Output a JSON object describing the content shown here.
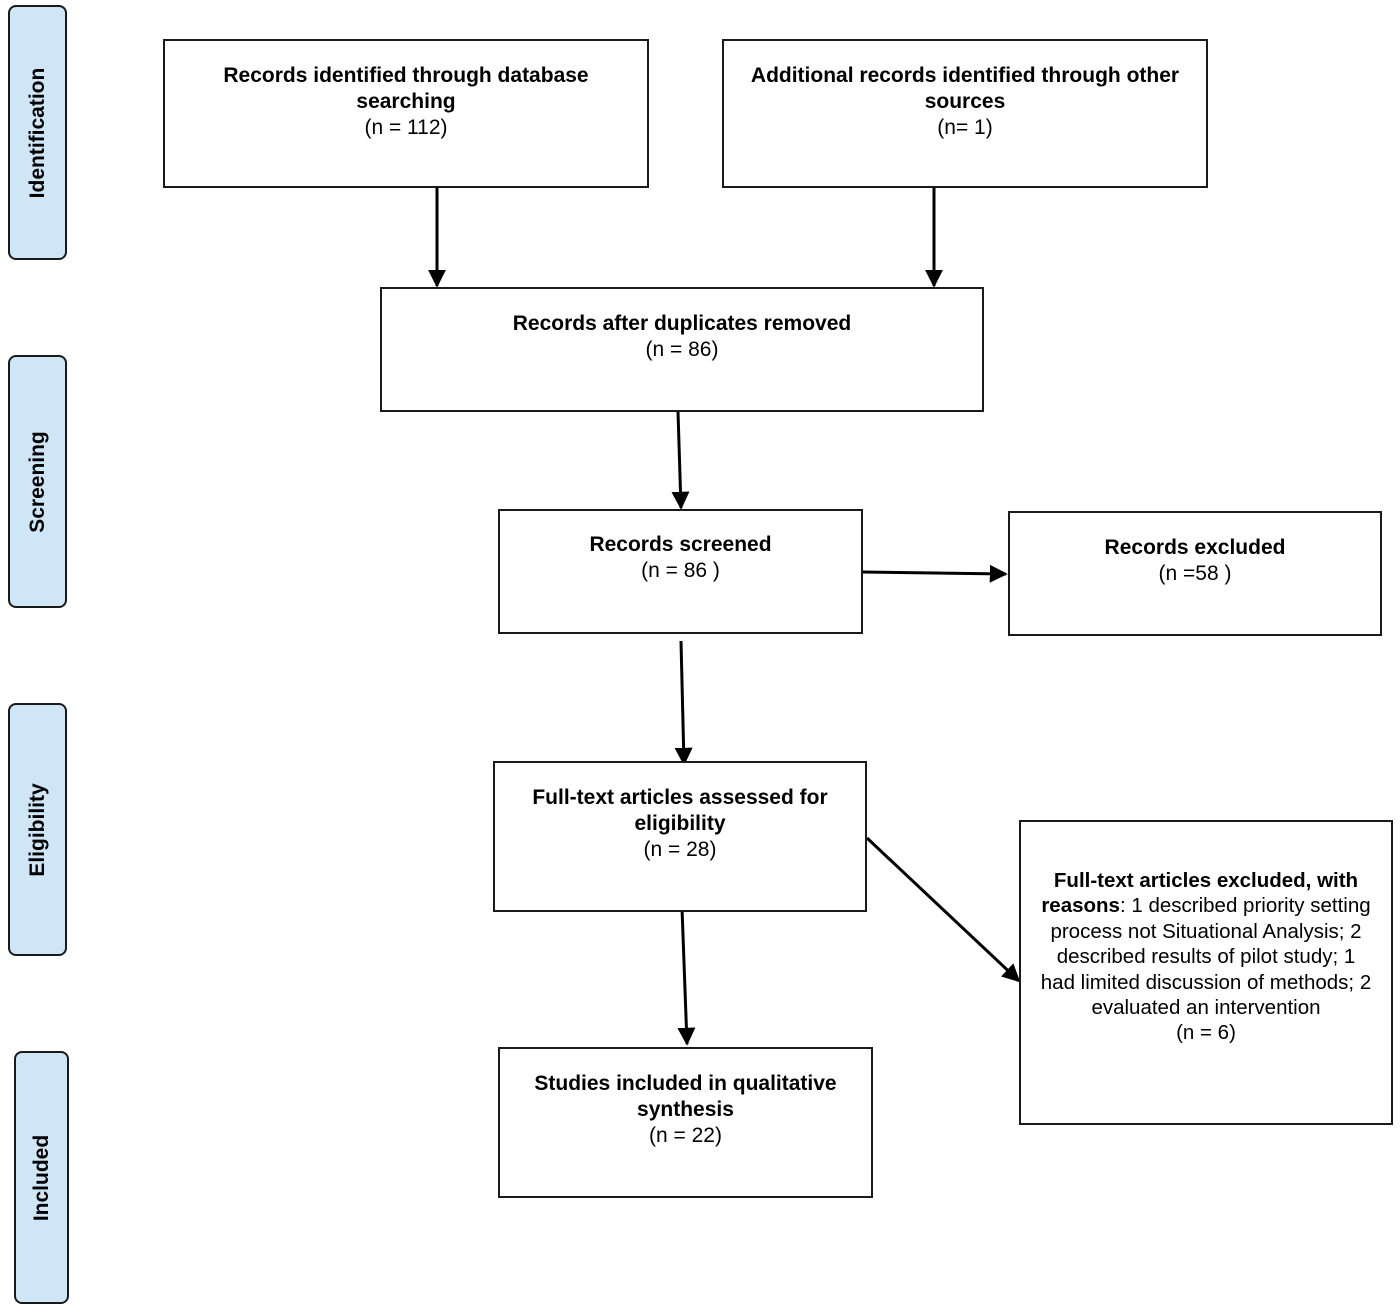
{
  "stages": {
    "identification": "Identification",
    "screening": "Screening",
    "eligibility": "Eligibility",
    "included": "Included"
  },
  "boxes": {
    "database": {
      "title": "Records identified through database searching",
      "count": "(n = 112)"
    },
    "other_sources": {
      "title": "Additional records identified through other sources",
      "count": "(n= 1)"
    },
    "duplicates_removed": {
      "title": "Records after duplicates removed",
      "count": "(n = 86)"
    },
    "screened": {
      "title": "Records screened",
      "count": "(n = 86  )"
    },
    "excluded": {
      "title": "Records excluded",
      "count": "(n =58 )"
    },
    "fulltext_assessed": {
      "title": "Full-text articles assessed for eligibility",
      "count": "(n = 28)"
    },
    "fulltext_excluded": {
      "title": "Full-text articles excluded, with reasons",
      "reasons": ": 1 described priority setting process not Situational Analysis; 2 described results of pilot study; 1 had limited discussion of methods; 2 evaluated an intervention",
      "count": "(n = 6)"
    },
    "included_studies": {
      "title": "Studies included in qualitative synthesis",
      "count": "(n = 22)"
    }
  }
}
